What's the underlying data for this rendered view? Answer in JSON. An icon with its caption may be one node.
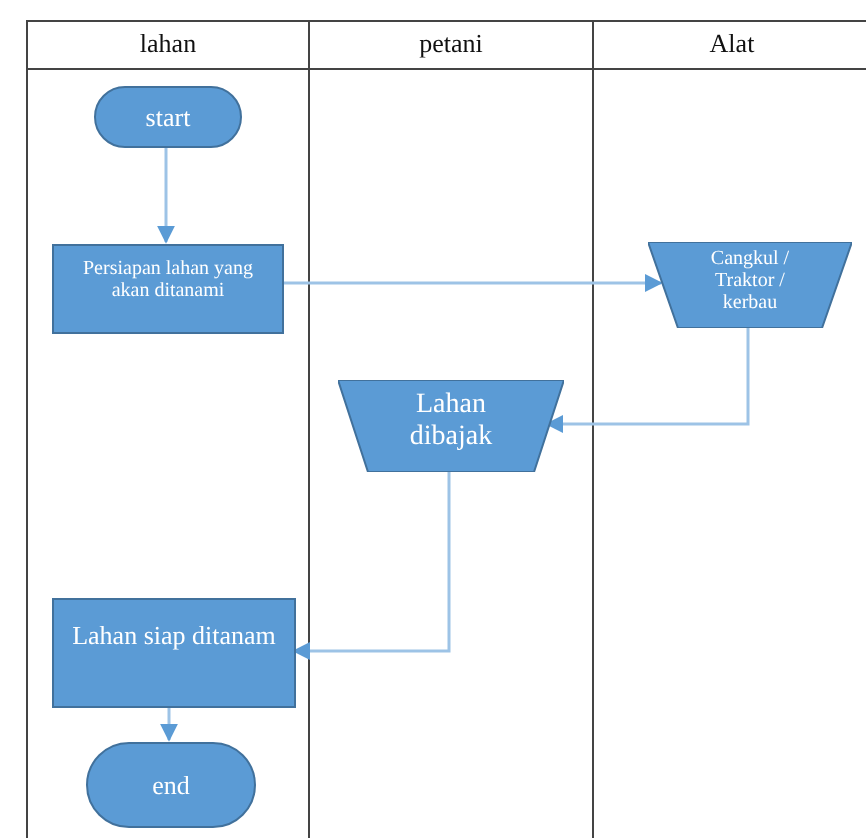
{
  "diagram": {
    "nodes": [
      {
        "text": [
          "lahan"
        ]
      },
      {
        "text": [
          "start"
        ],
        "in": 0
      },
      {
        "text": [
          "Persiapan lahan yang akan ditanami"
        ],
        "in": 0
      },
      {
        "text": [
          "Lahan siap ditanam"
        ],
        "in": 0
      },
      {
        "text": [
          "end"
        ],
        "in": 0
      },
      {
        "text": [
          "petani"
        ]
      },
      {
        "text": [
          "Lahan dibajak"
        ],
        "in": 5
      },
      {
        "text": [
          "Alat"
        ]
      },
      {
        "text": [
          "Cangkul / Traktor / kerbau"
        ],
        "in": 7
      }
    ],
    "edges": [
      {
        "from": 1,
        "to": 2,
        "arrow": "to"
      },
      {
        "from": 2,
        "to": 8,
        "arrow": "to"
      },
      {
        "from": 8,
        "to": 6,
        "arrow": "to"
      },
      {
        "from": 6,
        "to": 3,
        "arrow": "to"
      },
      {
        "from": 3,
        "to": 4,
        "arrow": "to"
      }
    ]
  }
}
